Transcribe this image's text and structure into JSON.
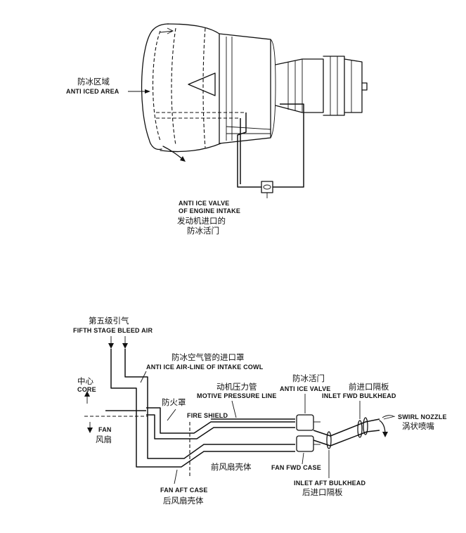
{
  "top_diagram": {
    "anti_iced_area_zh": "防冰区域",
    "anti_iced_area_en": "ANTI ICED AREA",
    "valve_en_line1": "ANTI ICE VALVE",
    "valve_en_line2": "OF ENGINE INTAKE",
    "valve_zh_line1": "发动机进口的",
    "valve_zh_line2": "防冰活门"
  },
  "bottom_diagram": {
    "fifth_stage_zh": "第五级引气",
    "fifth_stage_en": "FIFTH STAGE BLEED AIR",
    "anti_ice_airline_zh": "防冰空气管的进口罩",
    "anti_ice_airline_en": "ANTI ICE AIR-LINE OF INTAKE COWL",
    "core_zh": "中心",
    "core_en": "CORE",
    "fan_en": "FAN",
    "fan_zh": "风扇",
    "fire_shield_zh": "防火罩",
    "fire_shield_en": "FIRE SHIELD",
    "motive_zh": "动机压力管",
    "motive_en": "MOTIVE PRESSURE LINE",
    "valve_zh": "防冰活门",
    "valve_en": "ANTI ICE VALVE",
    "inlet_fwd_zh": "前进口隔板",
    "inlet_fwd_en": "INLET FWD BULKHEAD",
    "swirl_en": "SWIRL NOZZLE",
    "swirl_zh": "涡状喷嘴",
    "fan_fwd_zh": "前风扇壳体",
    "fan_fwd_en": "FAN FWD CASE",
    "inlet_aft_en": "INLET AFT BULKHEAD",
    "inlet_aft_zh": "后进口隔板",
    "fan_aft_en": "FAN AFT CASE",
    "fan_aft_zh": "后风扇壳体"
  }
}
